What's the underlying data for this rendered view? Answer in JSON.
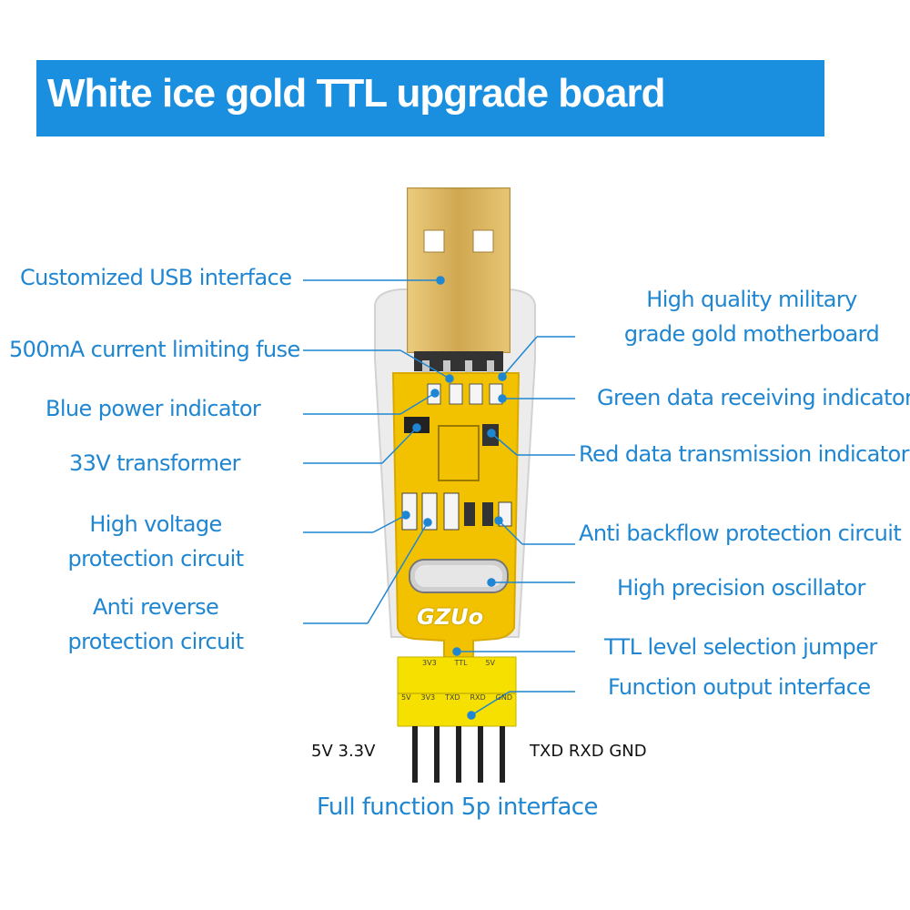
{
  "title": "White ice gold TTL upgrade board",
  "labels_left": [
    "Customized USB interface",
    "500mA current limiting fuse",
    "Blue power indicator",
    "33V transformer",
    "High voltage\nprotection circuit",
    "Anti reverse\nprotection circuit"
  ],
  "labels_right": [
    "High quality military\ngrade gold motherboard",
    "Green data receiving indicator",
    "Red data transmission indicator",
    "Anti backflow protection circuit",
    "High precision oscillator",
    "TTL level selection jumper",
    "Function output interface"
  ],
  "pins_left": "5V 3.3V",
  "pins_right": "TXD RXD GND",
  "bottom_caption": "Full function 5p interface",
  "board_brand": "GZUo",
  "jumper_labels": [
    "3V3",
    "TTL",
    "5V"
  ],
  "header_labels": [
    "5V",
    "3V3",
    "TXD",
    "RXD",
    "GND"
  ],
  "colors": {
    "title_bg": "#1a8fe0",
    "label_blue": "#1f86d2",
    "pcb_yellow": "#f2c200",
    "usb_gold": "#d9b25a"
  }
}
